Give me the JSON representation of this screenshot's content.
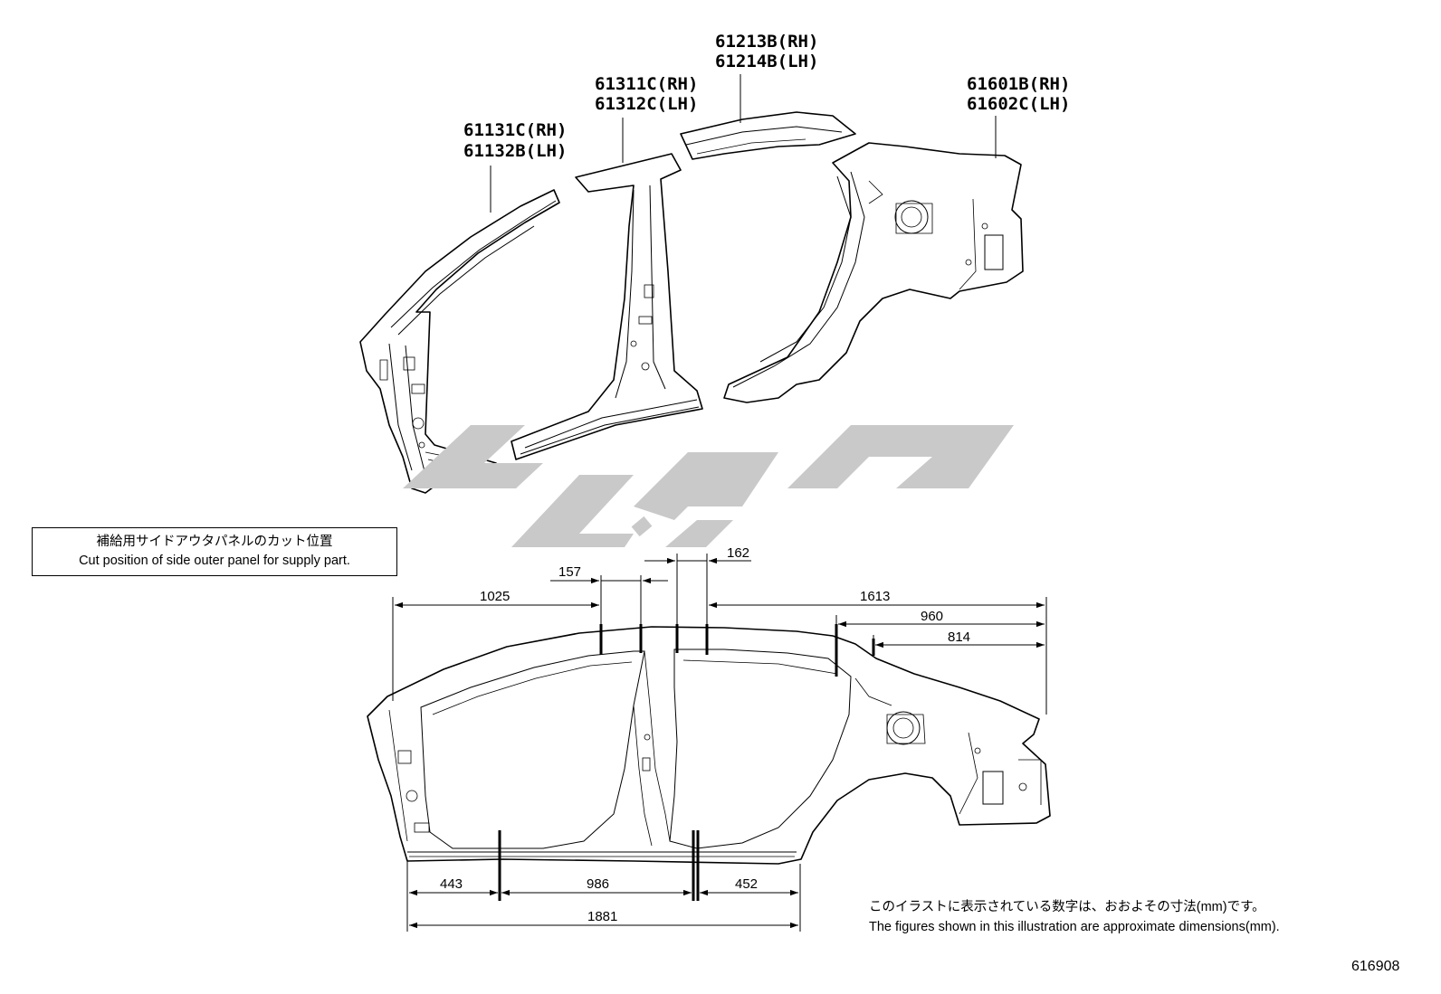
{
  "part_labels": {
    "p61131": "61131C(RH)",
    "p61132": "61132B(LH)",
    "p61311": "61311C(RH)",
    "p61312": "61312C(LH)",
    "p61213": "61213B(RH)",
    "p61214": "61214B(LH)",
    "p61601": "61601B(RH)",
    "p61602": "61602C(LH)"
  },
  "cut_note": {
    "jp": "補給用サイドアウタパネルのカット位置",
    "en": "Cut position of side outer panel for supply part."
  },
  "dimensions": {
    "d1025": "1025",
    "d157": "157",
    "d162": "162",
    "d1613": "1613",
    "d960": "960",
    "d814": "814",
    "d443": "443",
    "d986": "986",
    "d452": "452",
    "d1881": "1881"
  },
  "approx_note": {
    "jp": "このイラストに表示されている数字は、おおよその寸法(mm)です。",
    "en": "The figures shown in this illustration are approximate dimensions(mm)."
  },
  "illustration_number": "616908",
  "colors": {
    "line": "#000000",
    "watermark": "#c9c9c9",
    "background": "#ffffff"
  }
}
